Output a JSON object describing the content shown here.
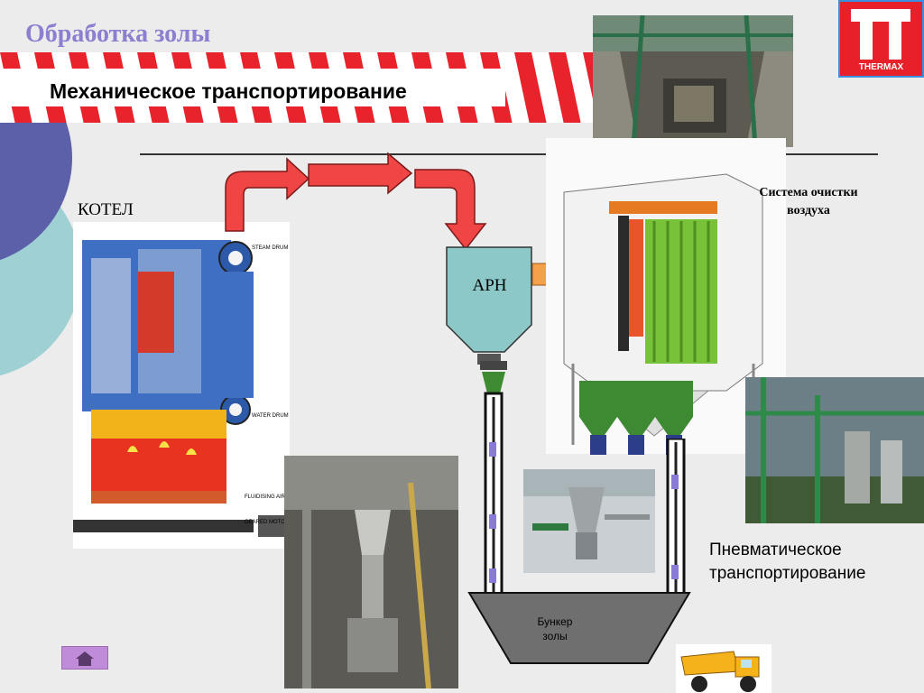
{
  "slide": {
    "title": "Обработка золы",
    "subtitle": "Механическое транспортирование"
  },
  "labels": {
    "boiler": "КОТЕЛ",
    "aph": "APH",
    "air_cleaning_line1": "Система очистки",
    "air_cleaning_line2": "воздуха",
    "pneumatic_line1": "Пневматическое",
    "pneumatic_line2": "транспортирование",
    "bunker_line1": "Бункер",
    "bunker_line2": "золы"
  },
  "logo": {
    "text": "THERMAX"
  },
  "colors": {
    "title": "#8c7fd0",
    "flow_arrow_red": "#f04545",
    "flow_arrow_orange": "#f5a04a",
    "aph_fill": "#8cc8c8",
    "stripe_red": "#e8232b"
  },
  "icons": {
    "home": "home-icon"
  }
}
